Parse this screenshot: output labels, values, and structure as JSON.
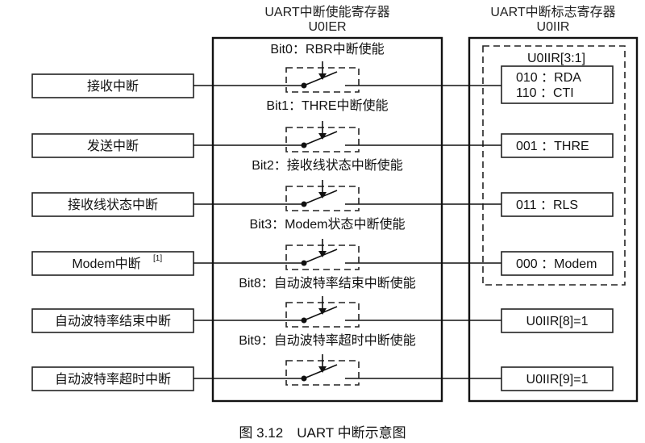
{
  "ier": {
    "title": "UART中断使能寄存器",
    "name": "U0IER"
  },
  "iir": {
    "title": "UART中断标志寄存器",
    "name": "U0IIR",
    "group_label": "U0IIR[3:1]"
  },
  "rows": [
    {
      "source": "接收中断",
      "enable": "Bit0：RBR中断使能",
      "flag": [
        "010 ：RDA",
        "110 ：CTI"
      ]
    },
    {
      "source": "发送中断",
      "enable": "Bit1：THRE中断使能",
      "flag": [
        "001 ：THRE"
      ]
    },
    {
      "source": "接收线状态中断",
      "enable": "Bit2：接收线状态中断使能",
      "flag": [
        "011 ：RLS"
      ]
    },
    {
      "source": "Modem中断",
      "source_note": "[1]",
      "enable": "Bit3：Modem状态中断使能",
      "flag": [
        "000 ：Modem"
      ]
    },
    {
      "source": "自动波特率结束中断",
      "enable": "Bit8：自动波特率结束中断使能",
      "flag": [
        "U0IIR[8]=1"
      ]
    },
    {
      "source": "自动波特率超时中断",
      "enable": "Bit9：自动波特率超时中断使能",
      "flag": [
        "U0IIR[9]=1"
      ]
    }
  ],
  "caption": "图 3.12　UART 中断示意图"
}
